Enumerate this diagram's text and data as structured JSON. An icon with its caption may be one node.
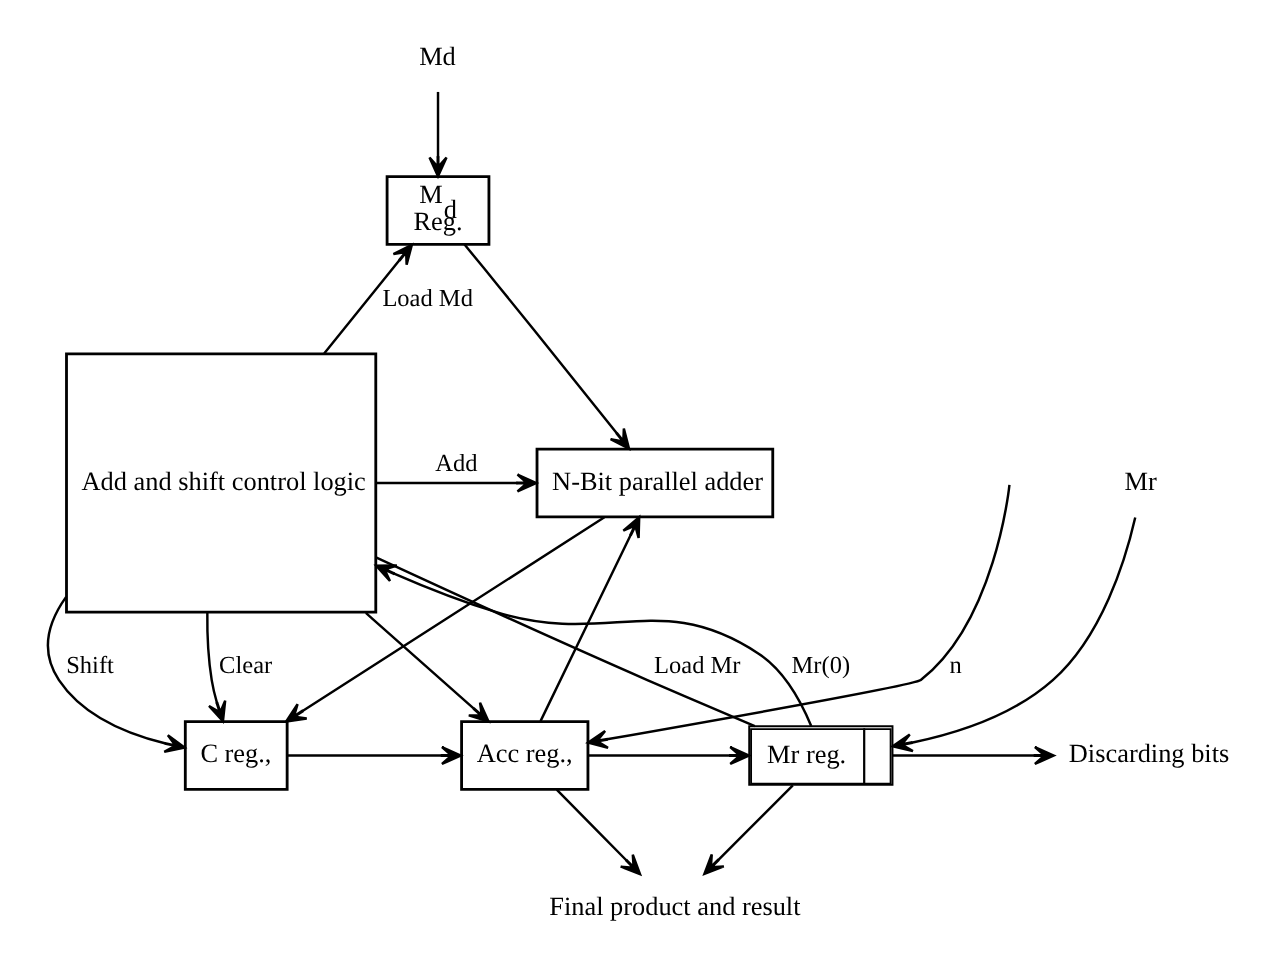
{
  "diagram": {
    "nodes": [
      {
        "text": [
          "Md"
        ]
      },
      {
        "text": [
          "M$_{d}$",
          "Reg."
        ]
      },
      {
        "text": [
          "N-Bit parallel adder"
        ]
      },
      {
        "text": [
          "Add and shift control logic"
        ]
      },
      {
        "text": [
          "C reg.,"
        ]
      },
      {
        "text": [
          "Acc reg.,"
        ]
      },
      {
        "text": [
          "Mr reg."
        ]
      },
      {
        "text": [
          "Mr"
        ]
      },
      {
        "text": [
          "Final product and result"
        ]
      },
      {
        "text": [
          "Discarding bits"
        ]
      }
    ],
    "edges": [
      {
        "from": 0,
        "to": 1,
        "arrow": "to"
      },
      {
        "from": 3,
        "to": 1,
        "arrow": "to",
        "label": "Load Md"
      },
      {
        "from": 1,
        "to": 2,
        "arrow": "to"
      },
      {
        "from": 3,
        "to": 2,
        "arrow": "to",
        "label": "Add"
      },
      {
        "from": 5,
        "to": 2,
        "arrow": "to"
      },
      {
        "from": 2,
        "to": 4,
        "arrow": "to"
      },
      {
        "from": 3,
        "to": 4,
        "arrow": "to",
        "label": "Shift"
      },
      {
        "from": 3,
        "to": 4,
        "arrow": "to",
        "label": "Clear"
      },
      {
        "from": 3,
        "to": 5,
        "arrow": "to"
      },
      {
        "from": 3,
        "to": 6,
        "arrow": "none",
        "label": "Load Mr"
      },
      {
        "from": 6,
        "to": 3,
        "arrow": "to",
        "label": "Mr(0)"
      },
      {
        "from": null,
        "to": 5,
        "arrow": "to",
        "label": "n"
      },
      {
        "from": 4,
        "to": 5,
        "arrow": "to"
      },
      {
        "from": 5,
        "to": 6,
        "arrow": "to"
      },
      {
        "from": 7,
        "to": 6,
        "arrow": "to"
      },
      {
        "from": 5,
        "to": 8,
        "arrow": "to"
      },
      {
        "from": 6,
        "to": 8,
        "arrow": "to"
      },
      {
        "from": 6,
        "to": 9,
        "arrow": "to"
      }
    ]
  }
}
